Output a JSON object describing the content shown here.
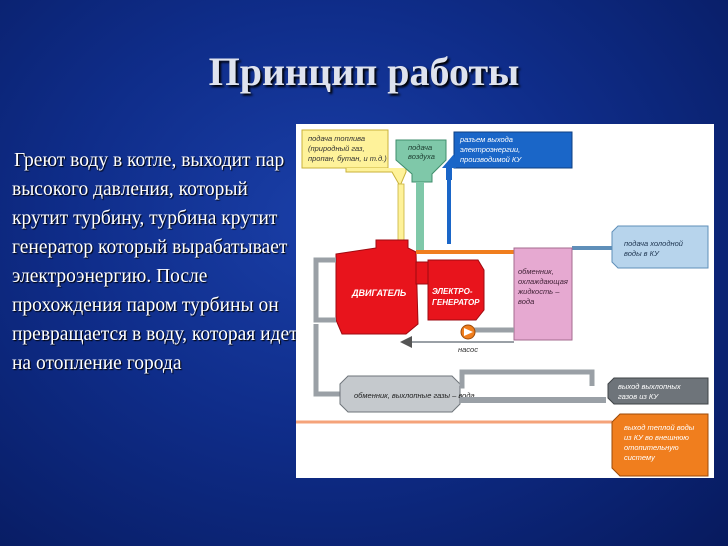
{
  "slide": {
    "title": "Принцип работы",
    "body": "Греют воду в котле, выходит пар высокого давления, который крутит турбину, турбина крутит генератор который вырабатывает электроэнергию. После прохождения паром турбины он превращается в воду, которая идет на отопление города"
  },
  "diagram": {
    "fuel_supply": [
      "подача топлива",
      "(природный газ,",
      "пропан, бутан, и т.д.)"
    ],
    "air_supply": [
      "подача",
      "воздуха"
    ],
    "power_output": [
      "разъем выхода",
      "электроэнергии,",
      "производимой КУ"
    ],
    "cold_water_supply": [
      "подача холодной",
      "воды в КУ"
    ],
    "engine": "ДВИГАТЕЛЬ",
    "generator": [
      "ЭЛЕКТРО-",
      "ГЕНЕРАТОР"
    ],
    "coolant_exchanger": [
      "обменник,",
      "охлаждающая",
      "жидкость –",
      "вода"
    ],
    "pump": "насос",
    "exhaust_exchanger": "обменник, выхлопные газы – вода",
    "exhaust_output": [
      "выход выхлопных",
      "газов из КУ"
    ],
    "hot_water_output": [
      "выход теплой воды",
      "из КУ во внешнюю",
      "отопительную",
      "систему"
    ],
    "colors": {
      "yellow": "#fef29a",
      "green": "#7fc8a9",
      "blue": "#1a66c8",
      "light_blue": "#b7d4ec",
      "red": "#e8141c",
      "pink": "#e6a9d1",
      "gray": "#9aa0a6",
      "orange": "#f07e1e"
    }
  }
}
